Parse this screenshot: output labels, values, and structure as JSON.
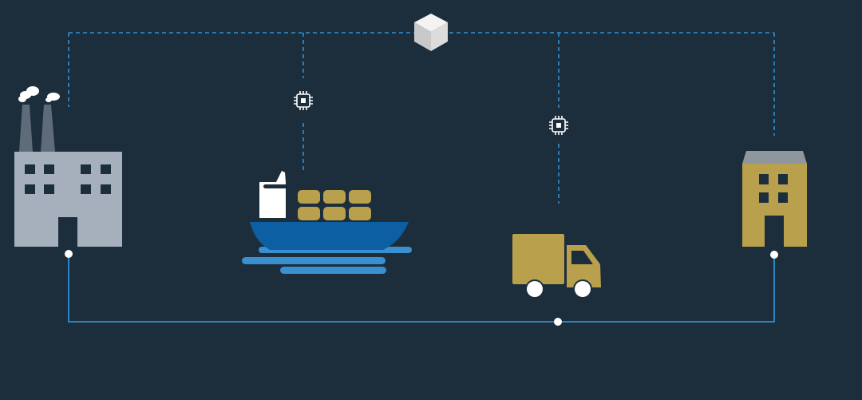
{
  "diagram": {
    "nodes": [
      {
        "id": "factory",
        "icon": "factory-icon"
      },
      {
        "id": "ship",
        "icon": "cargo-ship-icon"
      },
      {
        "id": "truck",
        "icon": "delivery-truck-icon"
      },
      {
        "id": "store",
        "icon": "building-icon"
      },
      {
        "id": "hub",
        "icon": "cube-icon"
      },
      {
        "id": "chip-ship",
        "icon": "chip-icon"
      },
      {
        "id": "chip-truck",
        "icon": "chip-icon"
      }
    ],
    "connections": [
      {
        "from": "factory",
        "to": "hub",
        "style": "dashed"
      },
      {
        "from": "ship",
        "to": "hub",
        "style": "dashed"
      },
      {
        "from": "truck",
        "to": "hub",
        "style": "dashed"
      },
      {
        "from": "store",
        "to": "hub",
        "style": "dashed"
      },
      {
        "from": "factory",
        "to": "store",
        "style": "solid"
      }
    ]
  },
  "colors": {
    "background": "#1c2d3c",
    "line": "#2f8fd3",
    "factory": "#a6b0bd",
    "window": "#1c2d3c",
    "gold": "#b9a04d",
    "hull": "#0d5fa3",
    "water": "#3a8fce",
    "white": "#ffffff"
  }
}
